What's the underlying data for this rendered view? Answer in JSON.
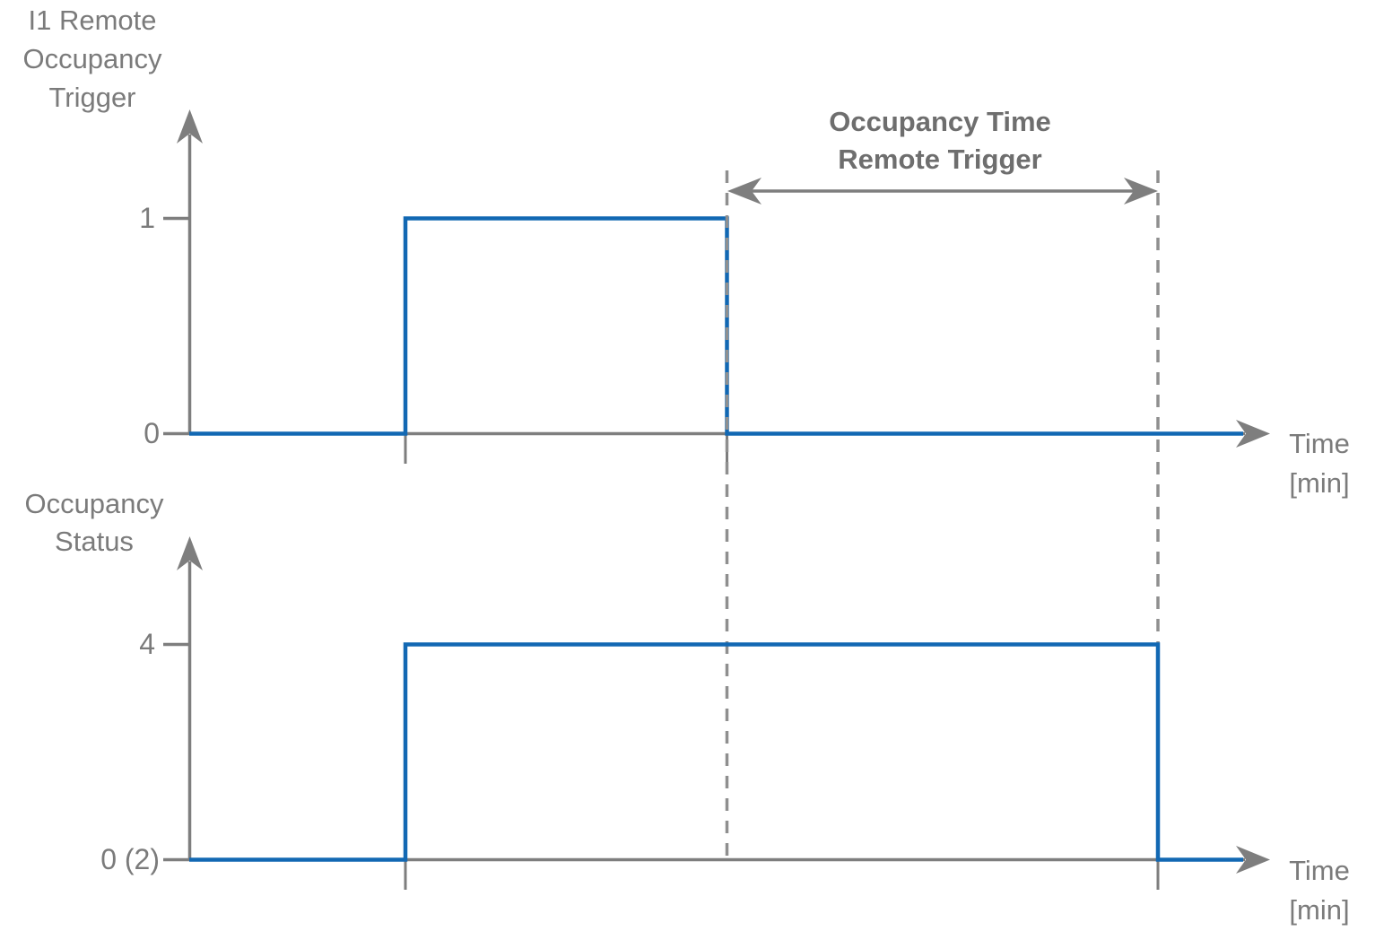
{
  "colors": {
    "signal_blue": "#1268B3",
    "axis_gray": "#7E7E7E",
    "dashed_gray": "#8F8F8F",
    "label_gray": "#7B7B7B",
    "annotation_gray": "#6E6E6E"
  },
  "annotation": {
    "line1": "Occupancy Time",
    "line2": "Remote Trigger"
  },
  "top_chart": {
    "ylabel_line1": "I1 Remote",
    "ylabel_line2": "Occupancy",
    "ylabel_line3": "Trigger",
    "tick_high": "1",
    "tick_low": "0",
    "xlabel_line1": "Time",
    "xlabel_line2": "[min]"
  },
  "bottom_chart": {
    "ylabel_line1": "Occupancy",
    "ylabel_line2": "Status",
    "tick_high": "4",
    "tick_low": "0 (2)",
    "xlabel_line1": "Time",
    "xlabel_line2": "[min]"
  },
  "chart_data": [
    {
      "type": "line",
      "subtype": "digital-step-signal",
      "title": "I1 Remote Occupancy Trigger",
      "ylabel": "I1 Remote Occupancy Trigger",
      "xlabel": "Time [min]",
      "ytick_labels": [
        "0",
        "1"
      ],
      "ylim": [
        0,
        1
      ],
      "x_axis_numeric_ticks": "none shown; x in normalized 0-1 of visible time axis",
      "x": [
        0,
        0.206,
        0.206,
        0.512,
        0.512,
        1.0
      ],
      "y": [
        0,
        0,
        1,
        1,
        0,
        0
      ],
      "events": {
        "trigger_on_x": 0.206,
        "trigger_off_x": 0.512
      },
      "grid": false,
      "legend": false
    },
    {
      "type": "line",
      "subtype": "digital-step-signal",
      "title": "Occupancy Status",
      "ylabel": "Occupancy Status",
      "xlabel": "Time [min]",
      "ytick_labels": [
        "0 (2)",
        "4"
      ],
      "ylim": [
        0,
        4
      ],
      "x_axis_numeric_ticks": "none shown; x in normalized 0-1 of visible time axis",
      "x": [
        0,
        0.206,
        0.206,
        0.922,
        0.922,
        1.0
      ],
      "y": [
        0,
        0,
        4,
        4,
        0,
        0
      ],
      "events": {
        "occupancy_start_x": 0.206,
        "occupancy_end_x": 0.922
      },
      "grid": false,
      "legend": false
    }
  ],
  "annotation_span": {
    "label": "Occupancy Time Remote Trigger",
    "from_x_normalized": 0.512,
    "to_x_normalized": 0.922,
    "style": "double-headed horizontal arrow between two vertical dashed lines"
  }
}
